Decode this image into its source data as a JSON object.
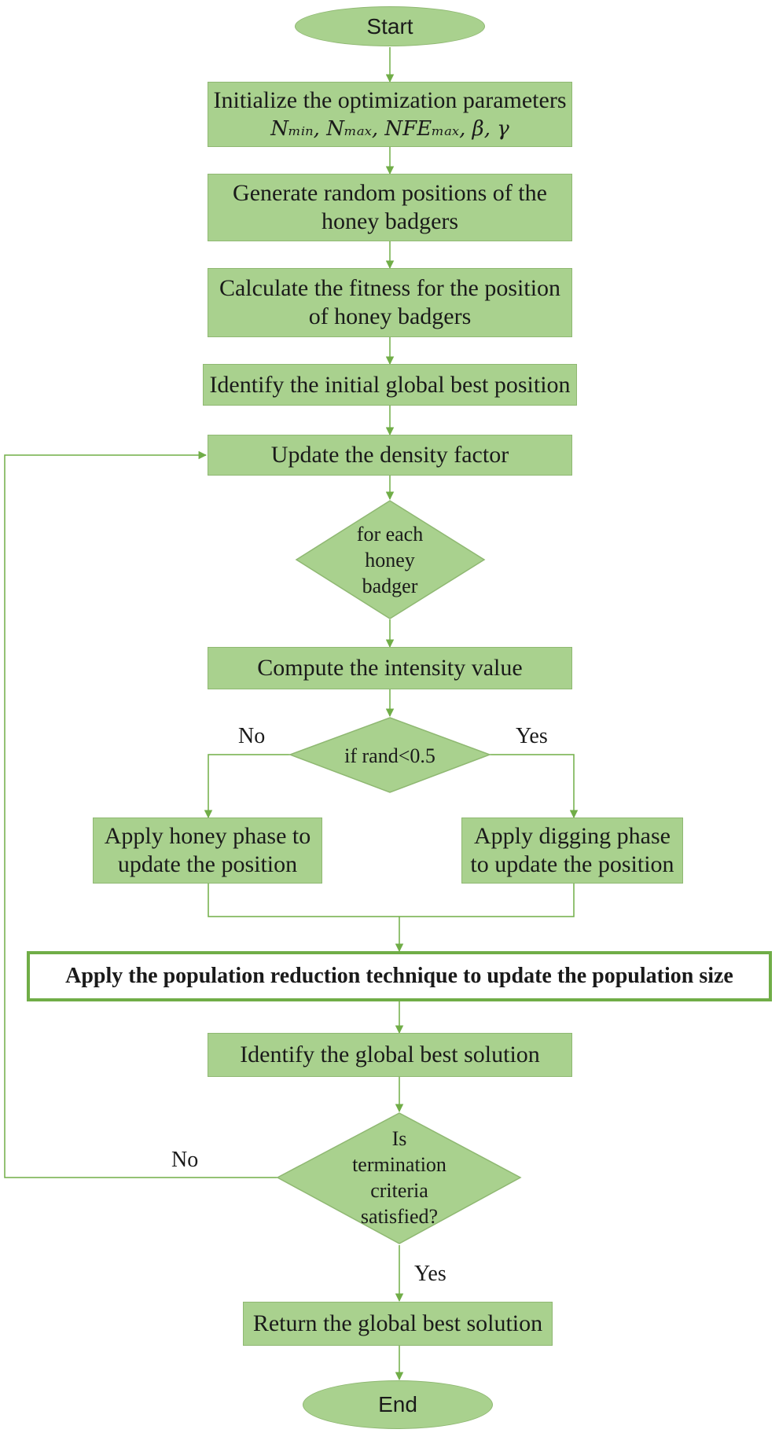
{
  "nodes": {
    "start": "Start",
    "init_title": "Initialize the optimization parameters",
    "init_params": "Nₘᵢₙ, Nₘₐₓ, NFEₘₐₓ, β, γ",
    "generate": "Generate random positions of the honey badgers",
    "fitness": "Calculate the fitness for the position of honey badgers",
    "identify_initial": "Identify the initial global best position",
    "density": "Update the density factor",
    "loop": "for each honey badger",
    "intensity": "Compute the intensity value",
    "rand_check": "if rand<0.5",
    "honey_phase": "Apply honey phase to update the position",
    "digging_phase": "Apply digging phase to update the position",
    "population": "Apply the population reduction technique to update the population size",
    "identify_global": "Identify the global best solution",
    "termination": "Is termination criteria satisfied?",
    "return": "Return the global best solution",
    "end": "End"
  },
  "edge_labels": {
    "rand_no": "No",
    "rand_yes": "Yes",
    "term_no": "No",
    "term_yes": "Yes"
  },
  "colors": {
    "fill": "#a9d18e",
    "border": "#8fb872",
    "line": "#70ad47",
    "highlight_border": "#70ad47"
  }
}
